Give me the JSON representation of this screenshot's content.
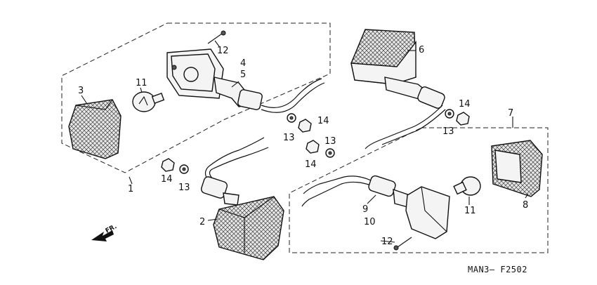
{
  "diagram": {
    "code": "MAN3– F2502",
    "direction": "FR."
  },
  "callouts": [
    {
      "id": "c1",
      "text": "1"
    },
    {
      "id": "c2",
      "text": "2"
    },
    {
      "id": "c3",
      "text": "3"
    },
    {
      "id": "c4",
      "text": "4"
    },
    {
      "id": "c5",
      "text": "5"
    },
    {
      "id": "c6",
      "text": "6"
    },
    {
      "id": "c7",
      "text": "7"
    },
    {
      "id": "c8",
      "text": "8"
    },
    {
      "id": "c9",
      "text": "9"
    },
    {
      "id": "c10",
      "text": "10"
    },
    {
      "id": "c11a",
      "text": "11"
    },
    {
      "id": "c11b",
      "text": "11"
    },
    {
      "id": "c12a",
      "text": "12"
    },
    {
      "id": "c12b",
      "text": "12"
    },
    {
      "id": "c13a",
      "text": "13"
    },
    {
      "id": "c13b",
      "text": "13"
    },
    {
      "id": "c13c",
      "text": "13"
    },
    {
      "id": "c13d",
      "text": "13"
    },
    {
      "id": "c14a",
      "text": "14"
    },
    {
      "id": "c14b",
      "text": "14"
    },
    {
      "id": "c14c",
      "text": "14"
    },
    {
      "id": "c14d",
      "text": "14"
    }
  ]
}
